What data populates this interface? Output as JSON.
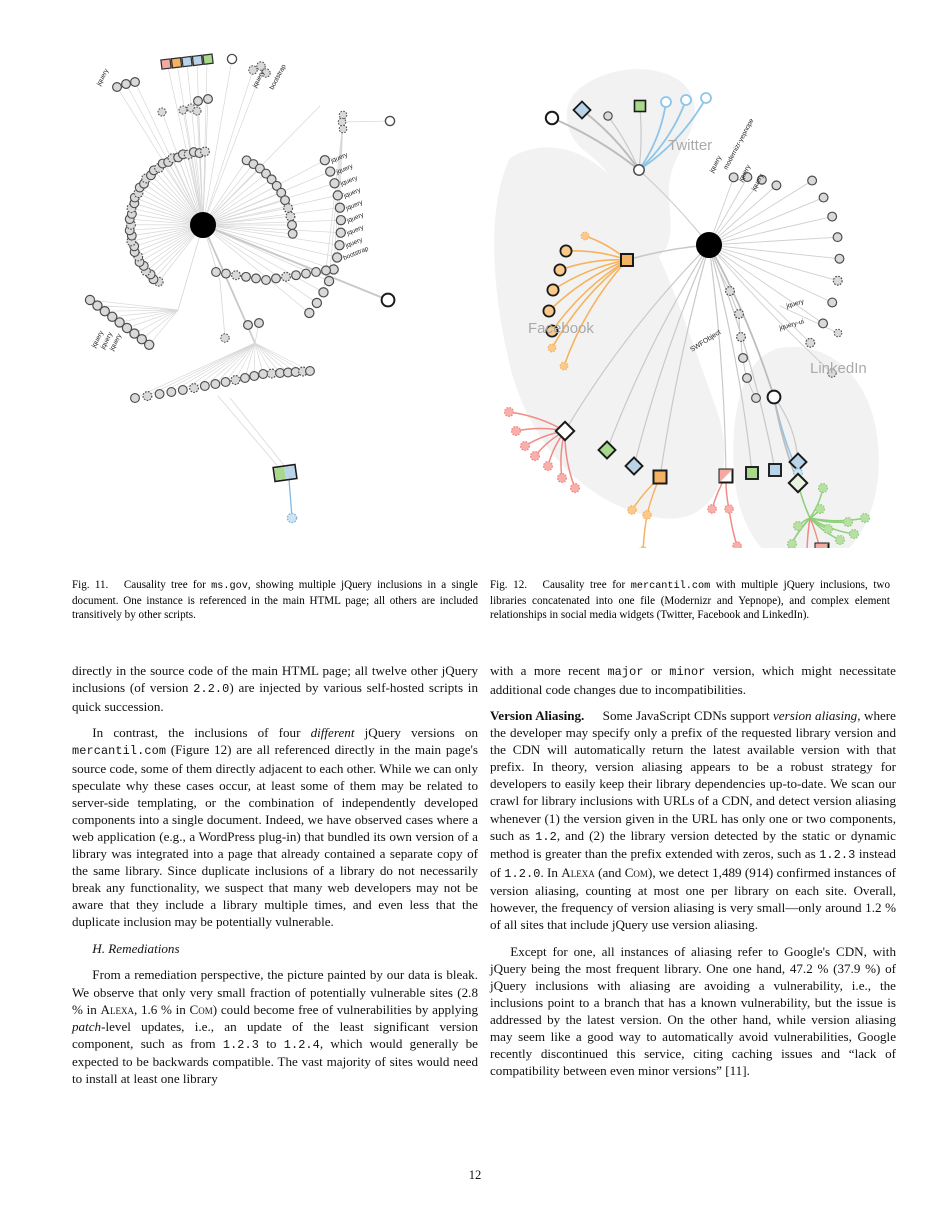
{
  "document": {
    "page_number": "12"
  },
  "figures": [
    {
      "id": "fig-11",
      "label": "Fig. 11.",
      "caption": "Causality tree for ms.gov, showing multiple jQuery inclusions in a single document. One instance is referenced in the main HTML page; all others are included transitively by other scripts.",
      "caption_mono_token": "ms.gov",
      "caption_part_1": "Causality tree for ",
      "caption_part_2": ", showing multiple jQuery inclusions in a single document. One instance is referenced in the main HTML page; all others are included transitively by other scripts.",
      "node_labels": [
        "jquery",
        "jquery",
        "bootstrap",
        "jquery",
        "jquery",
        "jquery",
        "jquery",
        "jquery",
        "jquery",
        "jquery",
        "jquery",
        "bootstrap",
        "jquery",
        "jquery",
        "jquery"
      ],
      "right_arc_labels": [
        "jquery",
        "jquery",
        "jquery",
        "jquery",
        "jquery",
        "jquery",
        "jquery",
        "jquery",
        "bootstrap"
      ],
      "top_left_label": "jquery",
      "upper_right_labels": [
        "jquery",
        "bootstrap"
      ],
      "lower_left_labels": [
        "jquery",
        "jquery",
        "jquery"
      ],
      "palette": {
        "node_fill": "#d9d9d9",
        "node_stroke": "#4d4d4d",
        "root_fill": "#000000",
        "edge": "#cccccc",
        "swatch_red": "#f4a9a0",
        "swatch_orange": "#f5b263",
        "swatch_blue": "#b9d4e8",
        "swatch_green": "#a8d98a",
        "accent_blue": "#7fb9e0"
      }
    },
    {
      "id": "fig-12",
      "label": "Fig. 12.",
      "caption_part_1": "Causality tree for ",
      "caption_mono_token": "mercantil.com",
      "caption_part_2": " with multiple jQuery inclusions, two libraries concatenated into one file (Modernizr and Yepnope), and complex element relationships in social media widgets (Twitter, Facebook and LinkedIn).",
      "cluster_labels": [
        "Twitter",
        "Facebook",
        "LinkedIn"
      ],
      "node_labels": [
        "SWFObject",
        "jquery",
        "modernizr-yepnope",
        "jquery",
        "jquery",
        "jquery",
        "jquery-ui"
      ],
      "palette": {
        "node_fill": "#d9d9d9",
        "node_stroke": "#4d4d4d",
        "root_fill": "#000000",
        "edge": "#cccccc",
        "cluster_fill": "#f2f2f2",
        "cluster_label": "#aaaaaa",
        "twitter_blue": "#8ec6e8",
        "facebook_orange": "#f6b35c",
        "facebook_red": "#f28a86",
        "linkedin_green": "#8fcf7a",
        "swatch_blue": "#b9d4e8",
        "swatch_green": "#a8d98a",
        "swatch_orange": "#f5b263",
        "swatch_red": "#f4a9a0"
      }
    }
  ],
  "left_column": {
    "paragraphs": [
      {
        "id": "p-twelve-inclusions",
        "indent": false,
        "runs": [
          {
            "t": "text",
            "v": "directly in the source code of the main HTML page; all twelve other jQuery inclusions (of version "
          },
          {
            "t": "mono",
            "v": "2.2.0"
          },
          {
            "t": "text",
            "v": ") are injected by various self-hosted scripts in quick succession."
          }
        ]
      },
      {
        "id": "p-mercantil-contrast",
        "indent": true,
        "runs": [
          {
            "t": "text",
            "v": "In contrast, the inclusions of four "
          },
          {
            "t": "em",
            "v": "different"
          },
          {
            "t": "text",
            "v": " jQuery versions on "
          },
          {
            "t": "mono",
            "v": "mercantil.com"
          },
          {
            "t": "text",
            "v": " (Figure 12) are all referenced directly in the main page's source code, some of them directly adjacent to each other. While we can only speculate why these cases occur, at least some of them may be related to server-side templating, or the combination of independently developed components into a single document. Indeed, we have observed cases where a web application (e.g., a WordPress plug-in) that bundled its own version of a library was integrated into a page that already contained a separate copy of the same library. Since duplicate inclusions of a library do not necessarily break any functionality, we suspect that many web developers may not be aware that they include a library multiple times, and even less that the duplicate inclusion may be potentially vulnerable."
          }
        ]
      }
    ],
    "subheading": "H.  Remediations",
    "paragraphs_after": [
      {
        "id": "p-remediation",
        "indent": true,
        "runs": [
          {
            "t": "text",
            "v": "From a remediation perspective, the picture painted by our data is bleak. We observe that only very small fraction of potentially vulnerable sites (2.8 % in "
          },
          {
            "t": "sc",
            "v": "Alexa"
          },
          {
            "t": "text",
            "v": ", 1.6 % in "
          },
          {
            "t": "sc",
            "v": "Com"
          },
          {
            "t": "text",
            "v": ") could become free of vulnerabilities by applying "
          },
          {
            "t": "em",
            "v": "patch"
          },
          {
            "t": "text",
            "v": "-level updates, i.e., an update of the least significant version component, such as from "
          },
          {
            "t": "mono",
            "v": "1.2.3"
          },
          {
            "t": "text",
            "v": " to "
          },
          {
            "t": "mono",
            "v": "1.2.4"
          },
          {
            "t": "text",
            "v": ", which would generally be expected to be backwards compatible. The vast majority of sites would need to install at least one library"
          }
        ]
      }
    ]
  },
  "right_column": {
    "paragraphs": [
      {
        "id": "p-major-minor",
        "indent": false,
        "runs": [
          {
            "t": "text",
            "v": "with a more recent "
          },
          {
            "t": "mono",
            "v": "major"
          },
          {
            "t": "text",
            "v": " or "
          },
          {
            "t": "mono",
            "v": "minor"
          },
          {
            "t": "text",
            "v": " version, which might necessitate additional code changes due to incompatibilities."
          }
        ]
      },
      {
        "id": "p-version-aliasing",
        "indent": false,
        "runin": "Version Aliasing.",
        "runs": [
          {
            "t": "text",
            "v": "Some JavaScript CDNs support "
          },
          {
            "t": "em",
            "v": "version aliasing"
          },
          {
            "t": "text",
            "v": ", where the developer may specify only a prefix of the requested library version and the CDN will automatically return the latest available version with that prefix. In theory, version aliasing appears to be a robust strategy for developers to easily keep their library dependencies up-to-date. We scan our crawl for library inclusions with URLs of a CDN, and detect version aliasing whenever (1) the version given in the URL has only one or two components, such as "
          },
          {
            "t": "mono",
            "v": "1.2"
          },
          {
            "t": "text",
            "v": ", and (2) the library version detected by the static or dynamic method is greater than the prefix extended with zeros, such as "
          },
          {
            "t": "mono",
            "v": "1.2.3"
          },
          {
            "t": "text",
            "v": " instead of "
          },
          {
            "t": "mono",
            "v": "1.2.0"
          },
          {
            "t": "text",
            "v": ". In "
          },
          {
            "t": "sc",
            "v": "Alexa"
          },
          {
            "t": "text",
            "v": " (and "
          },
          {
            "t": "sc",
            "v": "Com"
          },
          {
            "t": "text",
            "v": "), we detect 1,489 (914) confirmed instances of version aliasing, counting at most one per library on each site. Overall, however, the frequency of version aliasing is very small—only around 1.2 % of all sites that include jQuery use version aliasing."
          }
        ]
      },
      {
        "id": "p-google-cdn",
        "indent": true,
        "runs": [
          {
            "t": "text",
            "v": "Except for one, all instances of aliasing refer to Google's CDN, with jQuery being the most frequent library. One one hand, 47.2 % (37.9 %) of jQuery inclusions with aliasing are avoiding a vulnerability, i.e., the inclusions point to a branch that has a known vulnerability, but the issue is addressed by the latest version. On the other hand, while version aliasing may seem like a good way to automatically avoid vulnerabilities, Google recently discontinued this service, citing caching issues and “lack of compatibility between even minor versions” [11]."
          }
        ]
      }
    ]
  }
}
